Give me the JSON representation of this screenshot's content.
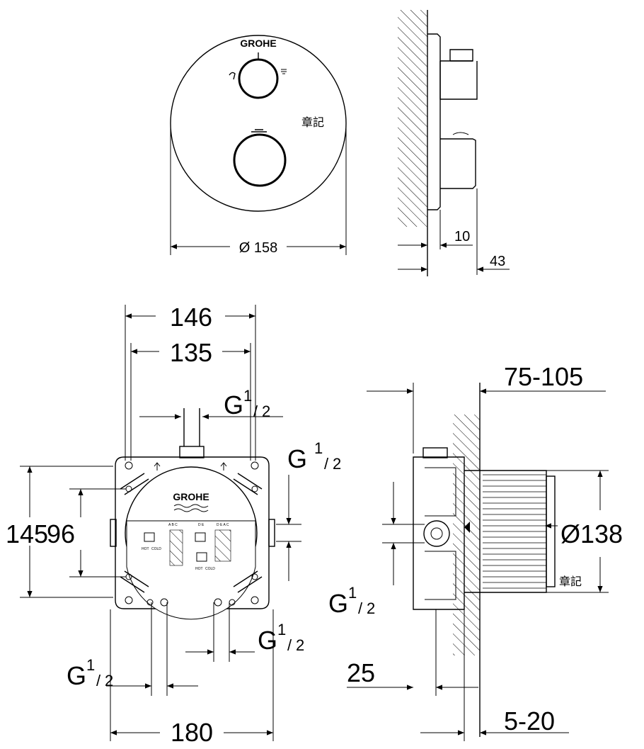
{
  "front_view": {
    "brand": "GROHE",
    "diameter_label": "Ø 158"
  },
  "side_view": {
    "dim_10": "10",
    "dim_43": "43"
  },
  "box_view": {
    "brand": "GROHE",
    "dim_146": "146",
    "dim_135": "135",
    "dim_180": "180",
    "dim_145": "145",
    "dim_96": "96",
    "thread_top": "G",
    "thread_right": "G",
    "thread_bottom_left": "G",
    "thread_bottom_right": "G",
    "frac_num": "1",
    "frac_den": "2",
    "legend_hot": "HOT",
    "legend_cold": "COLD",
    "legend_cols_a": "A B C",
    "legend_cols_d": "D E",
    "legend_cols_deac": "D E A C"
  },
  "section_view": {
    "dim_75_105": "75-105",
    "dim_138": "Ø138",
    "dim_25": "25",
    "dim_5_20": "5-20",
    "thread_left": "G"
  },
  "watermarks": [
    "章記",
    "章記"
  ]
}
